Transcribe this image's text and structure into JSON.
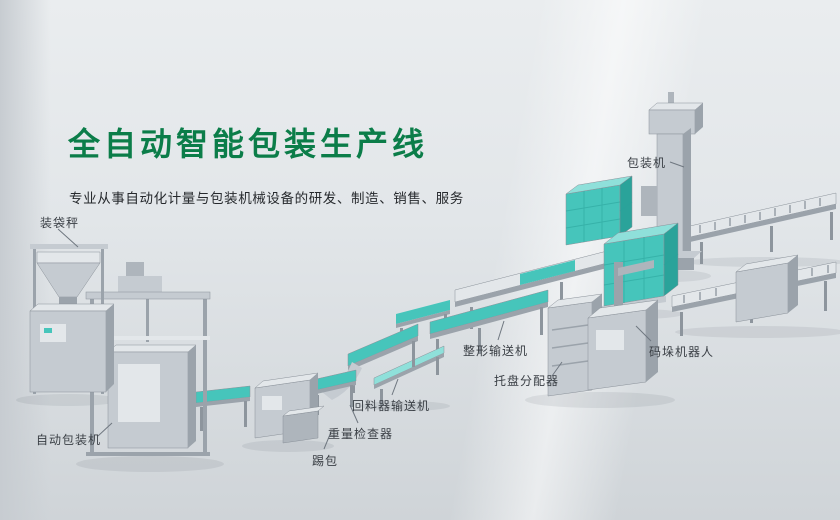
{
  "heading": {
    "title": "全自动智能包装生产线",
    "subtitle": "专业从事自动化计量与包装机械设备的研发、制造、销售、服务"
  },
  "colors": {
    "title_green": "#0b7d49",
    "machine_teal": "#46c5bb",
    "machine_teal_dark": "#2aa39a",
    "machine_teal_light": "#8fe0da",
    "label_text": "#3a3f45"
  },
  "machine_labels": [
    {
      "id": "bagging-scale",
      "text": "装袋秤"
    },
    {
      "id": "packaging-machine",
      "text": "包装机"
    },
    {
      "id": "auto-packaging-machine",
      "text": "自动包装机"
    },
    {
      "id": "kick-bag",
      "text": "踢包"
    },
    {
      "id": "weight-checker",
      "text": "重量检查器"
    },
    {
      "id": "return-feeder-conveyor",
      "text": "回料器输送机"
    },
    {
      "id": "shaping-conveyor",
      "text": "整形输送机"
    },
    {
      "id": "pallet-dispenser",
      "text": "托盘分配器"
    },
    {
      "id": "palletizing-robot",
      "text": "码垛机器人"
    }
  ]
}
